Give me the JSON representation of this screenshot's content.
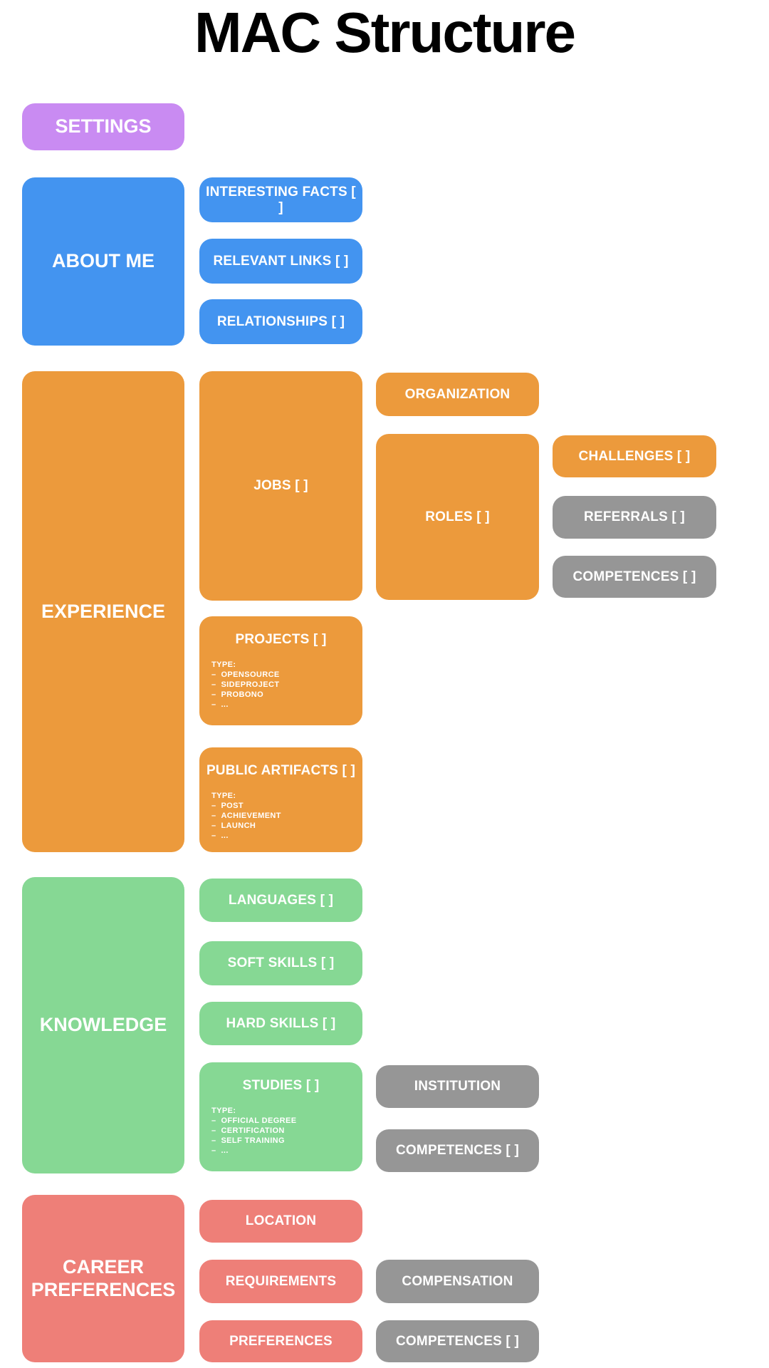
{
  "title": "MAC Structure",
  "colors": {
    "purple": "#C98BF2",
    "blue": "#4394F0",
    "orange": "#EC9A3C",
    "green": "#86D894",
    "salmon": "#EE7F78",
    "gray": "#969696",
    "text": "#FFFFFF"
  },
  "sections": {
    "settings": {
      "label": "SETTINGS"
    },
    "about_me": {
      "label": "ABOUT ME",
      "interesting_facts": {
        "label": "INTERESTING FACTS [ ]"
      },
      "relevant_links": {
        "label": "RELEVANT LINKS [ ]"
      },
      "relationships": {
        "label": "RELATIONSHIPS [ ]"
      }
    },
    "experience": {
      "label": "EXPERIENCE",
      "jobs": {
        "label": "JOBS [ ]"
      },
      "organization": {
        "label": "ORGANIZATION"
      },
      "roles": {
        "label": "ROLES [ ]"
      },
      "challenges": {
        "label": "CHALLENGES [ ]"
      },
      "referrals": {
        "label": "REFERRALS [ ]"
      },
      "competences": {
        "label": "COMPETENCES [ ]"
      },
      "projects": {
        "label": "PROJECTS [ ]",
        "type_heading": "TYPE:",
        "types": [
          "OPENSOURCE",
          "SIDEPROJECT",
          "PROBONO",
          "..."
        ]
      },
      "public_artifacts": {
        "label": "PUBLIC ARTIFACTS [ ]",
        "type_heading": "TYPE:",
        "types": [
          "POST",
          "ACHIEVEMENT",
          "LAUNCH",
          "..."
        ]
      }
    },
    "knowledge": {
      "label": "KNOWLEDGE",
      "languages": {
        "label": "LANGUAGES [ ]"
      },
      "soft_skills": {
        "label": "SOFT SKILLS [ ]"
      },
      "hard_skills": {
        "label": "HARD SKILLS [ ]"
      },
      "studies": {
        "label": "STUDIES [ ]",
        "type_heading": "TYPE:",
        "types": [
          "OFFICIAL DEGREE",
          "CERTIFICATION",
          "SELF TRAINING",
          "..."
        ]
      },
      "institution": {
        "label": "INSTITUTION"
      },
      "competences": {
        "label": "COMPETENCES [ ]"
      }
    },
    "career_preferences": {
      "label": "CAREER PREFERENCES",
      "location": {
        "label": "LOCATION"
      },
      "requirements": {
        "label": "REQUIREMENTS"
      },
      "preferences": {
        "label": "PREFERENCES"
      },
      "compensation": {
        "label": "COMPENSATION"
      },
      "competences": {
        "label": "COMPETENCES [ ]"
      }
    }
  }
}
